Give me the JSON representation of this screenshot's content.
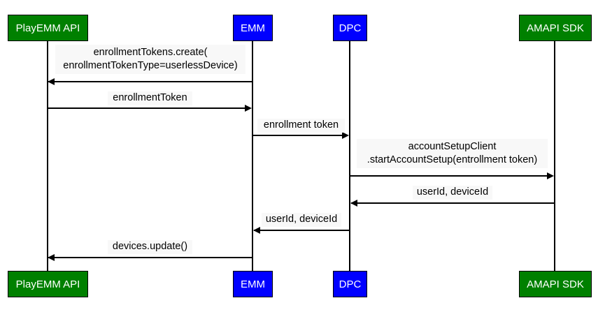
{
  "diagram": {
    "type": "sequence-diagram",
    "title": "",
    "background_color": "#000000",
    "colors": {
      "participant_green": "#008000",
      "participant_blue": "#0000FF",
      "participant_text": "#FFFFFF",
      "label_background": "#FAFAFA",
      "label_text": "#000000",
      "lifeline": "#000000",
      "arrow": "#000000"
    }
  },
  "participants": [
    {
      "id": "playemm-api",
      "label": "PlayEMM API",
      "color": "green"
    },
    {
      "id": "emm",
      "label": "EMM",
      "color": "blue"
    },
    {
      "id": "dpc",
      "label": "DPC",
      "color": "blue"
    },
    {
      "id": "amapi-sdk",
      "label": "AMAPI SDK",
      "color": "green"
    }
  ],
  "messages": [
    {
      "index": 1,
      "from": "emm",
      "to": "playemm-api",
      "direction": "left",
      "lines": [
        "enrollmentTokens.create(",
        "enrollmentTokenType=userlessDevice)"
      ],
      "text": "enrollmentTokens.create(enrollmentTokenType=userlessDevice)"
    },
    {
      "index": 2,
      "from": "playemm-api",
      "to": "emm",
      "direction": "right",
      "lines": [
        "enrollmentToken"
      ],
      "text": "enrollmentToken"
    },
    {
      "index": 3,
      "from": "emm",
      "to": "dpc",
      "direction": "right",
      "lines": [
        "enrollment token"
      ],
      "text": "enrollment token"
    },
    {
      "index": 4,
      "from": "dpc",
      "to": "amapi-sdk",
      "direction": "right",
      "lines": [
        "accountSetupClient",
        ".startAccountSetup(entrollment token)"
      ],
      "text": "accountSetupClient.startAccountSetup(entrollment token)"
    },
    {
      "index": 5,
      "from": "amapi-sdk",
      "to": "dpc",
      "direction": "left",
      "lines": [
        "userId, deviceId"
      ],
      "text": "userId, deviceId"
    },
    {
      "index": 6,
      "from": "dpc",
      "to": "emm",
      "direction": "left",
      "lines": [
        "userId, deviceId"
      ],
      "text": "userId, deviceId"
    },
    {
      "index": 7,
      "from": "emm",
      "to": "playemm-api",
      "direction": "left",
      "lines": [
        "devices.update()"
      ],
      "text": "devices.update()"
    }
  ]
}
